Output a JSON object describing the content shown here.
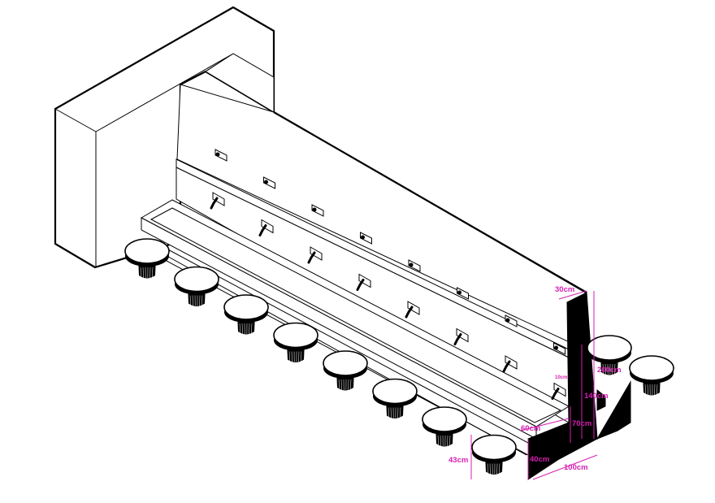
{
  "diagram": {
    "colors": {
      "line": "#000000",
      "accent": "#d61fb3",
      "background": "#ffffff",
      "section_fill": "#000000"
    },
    "dimensions": {
      "wall_thickness": "30cm",
      "wall_height": "200cm",
      "upper_shelf_height": "140cm",
      "counter_height": "70cm",
      "small_gap": "10cm",
      "counter_depth": "60cm",
      "step_height": "40cm",
      "total_depth": "100cm",
      "stool_height": "43cm"
    },
    "counts": {
      "upper_fixtures": 8,
      "faucets": 8,
      "front_stools": 8,
      "side_stools": 2
    }
  }
}
